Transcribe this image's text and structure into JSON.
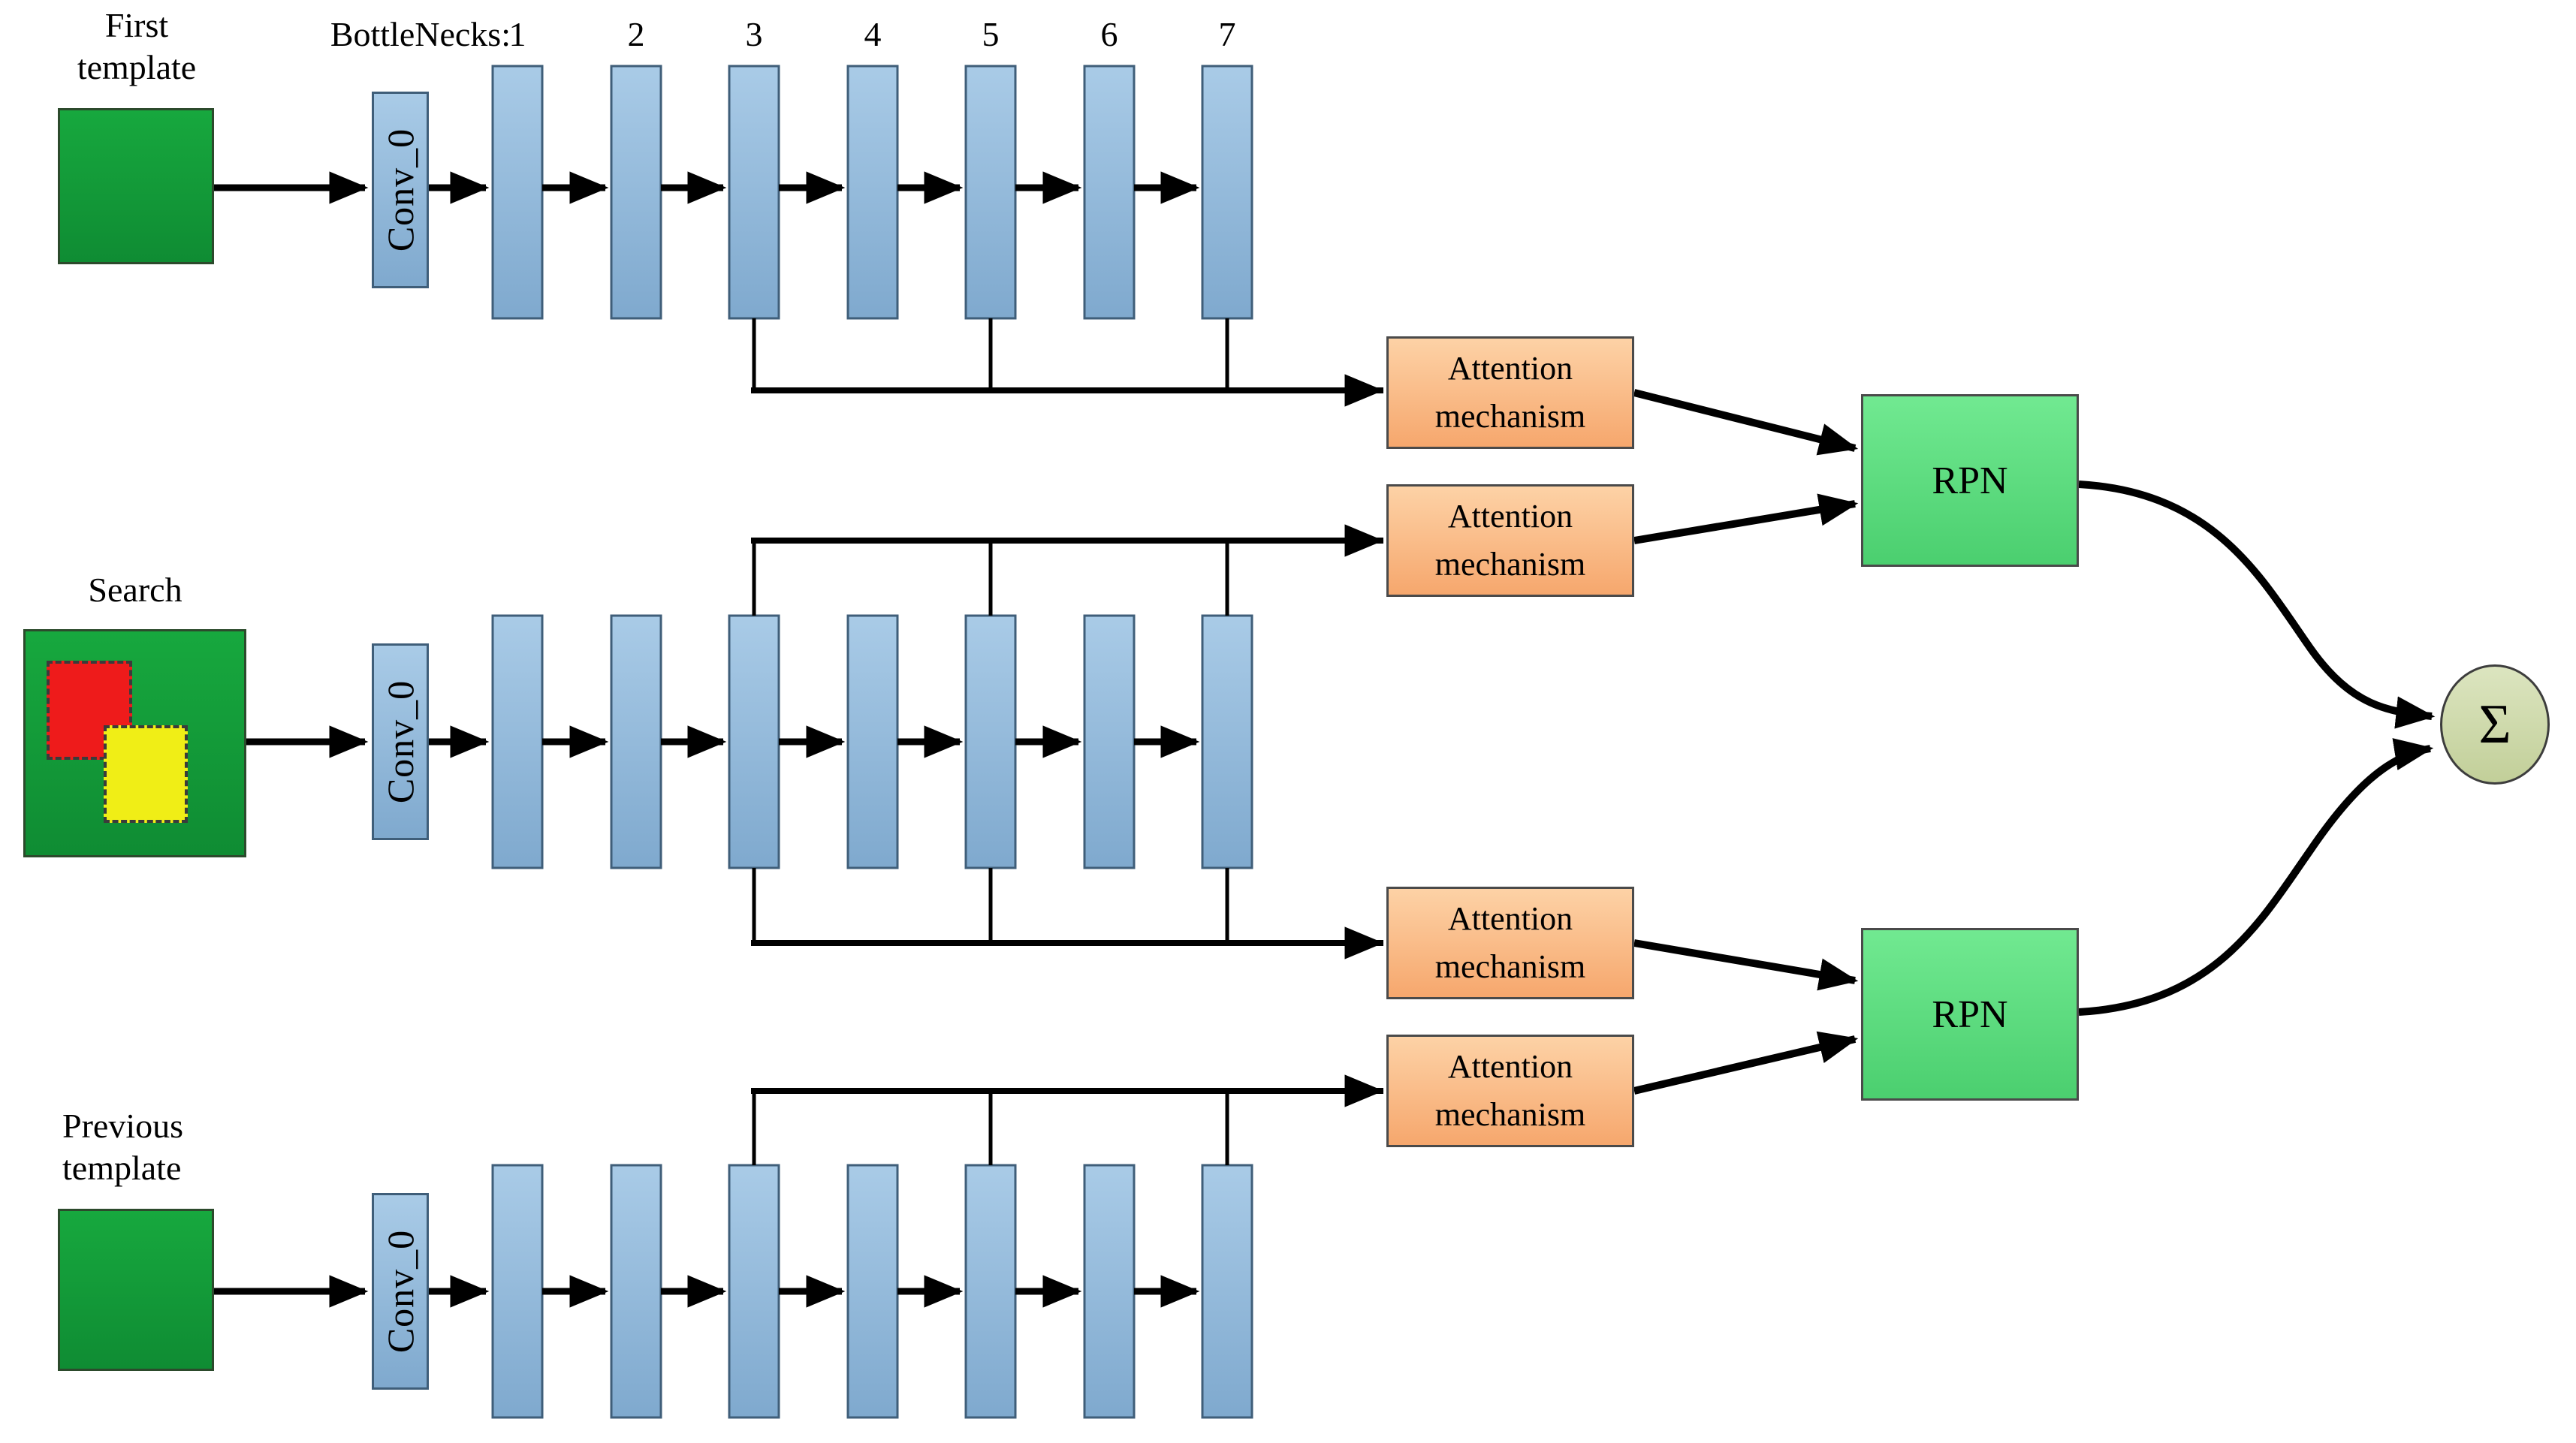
{
  "diagram": {
    "bottlenecks": {
      "label": "BottleNecks:",
      "numbers": [
        "1",
        "2",
        "3",
        "4",
        "5",
        "6",
        "7"
      ]
    },
    "inputs": [
      {
        "label": "First\ntemplate"
      },
      {
        "label": "Search"
      },
      {
        "label": "Previous\ntemplate"
      }
    ],
    "conv_label": "Conv_0",
    "attention_boxes": [
      {
        "label": "Attention\nmechanism"
      },
      {
        "label": "Attention\nmechanism"
      },
      {
        "label": "Attention\nmechanism"
      },
      {
        "label": "Attention\nmechanism"
      }
    ],
    "rpn_boxes": [
      {
        "label": "RPN"
      },
      {
        "label": "RPN"
      }
    ],
    "sum_node": {
      "label": "Σ"
    },
    "colors": {
      "template_green": "#13a03c",
      "bottleneck_blue": "#93bddd",
      "attention_orange": "#f9bc84",
      "rpn_green": "#5cdb7f",
      "sum_olive": "#cfdaad",
      "search_target_red": "#ee1b1b",
      "search_target_yellow": "#f0ee16",
      "arrow_black": "#000000"
    }
  }
}
